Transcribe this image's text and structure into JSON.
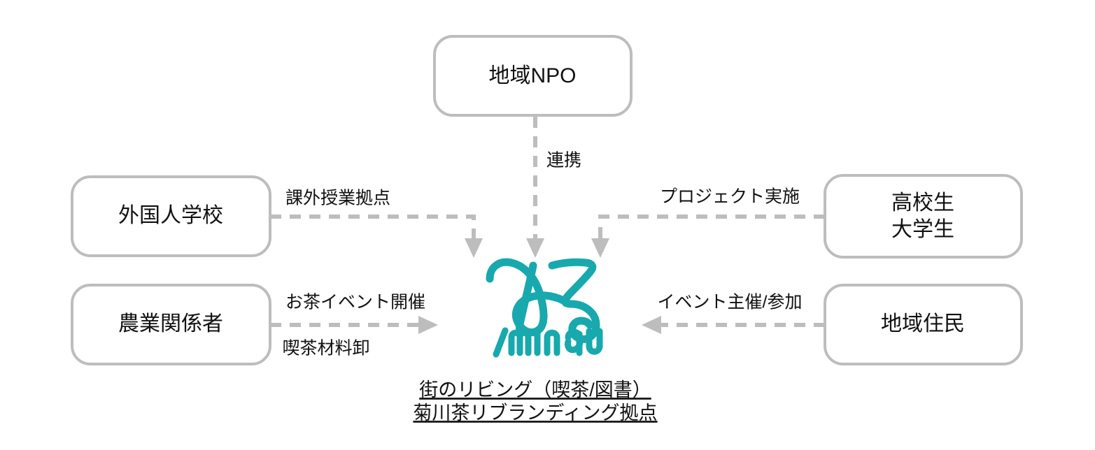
{
  "diagram": {
    "type": "relationship-hub",
    "background_color": "#ffffff",
    "stroke_color": "#bdbdbd",
    "accent_color": "#17a9ad",
    "text_color": "#111111"
  },
  "center": {
    "logo_mark": "miru-logo-hiragana",
    "logo_kana": "みる",
    "logo_wordmark": "/MIRU",
    "caption_line1": "街のリビング（喫茶/図書）",
    "caption_line2": "菊川茶リブランディング拠点"
  },
  "nodes": [
    {
      "id": "npo",
      "label": "地域NPO"
    },
    {
      "id": "foreign-school",
      "label": "外国人学校"
    },
    {
      "id": "agriculture",
      "label": "農業関係者"
    },
    {
      "id": "students-line1",
      "label": "高校生"
    },
    {
      "id": "students-line2",
      "label": "大学生"
    },
    {
      "id": "residents",
      "label": "地域住民"
    }
  ],
  "edges": [
    {
      "id": "npo-to-center",
      "label": "連携",
      "direction": "down"
    },
    {
      "id": "school-to-center",
      "label": "課外授業拠点",
      "direction": "right-down"
    },
    {
      "id": "agri-to-center",
      "label_top": "お茶イベント開催",
      "label_bottom": "喫茶材料卸",
      "direction": "right"
    },
    {
      "id": "students-to-center",
      "label": "プロジェクト実施",
      "direction": "left-down"
    },
    {
      "id": "residents-to-center",
      "label": "イベント主催/参加",
      "direction": "left"
    }
  ]
}
